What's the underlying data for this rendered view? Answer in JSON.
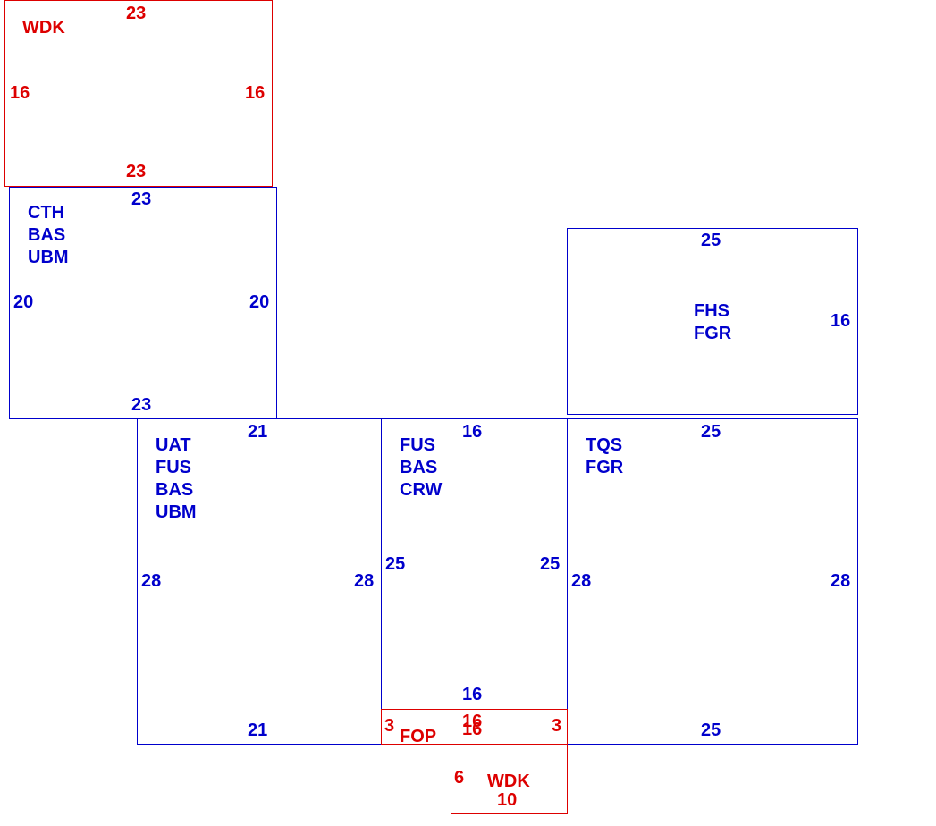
{
  "colors": {
    "blue": "#0000cc",
    "red": "#dd0000"
  },
  "rooms": {
    "wdk_top": {
      "codes": [
        "WDK"
      ],
      "top": "23",
      "bottom": "23",
      "left": "16",
      "right": "16"
    },
    "cth": {
      "codes": [
        "CTH",
        "BAS",
        "UBM"
      ],
      "top": "23",
      "bottom": "23",
      "left": "20",
      "right": "20"
    },
    "fhs": {
      "codes": [
        "FHS",
        "FGR"
      ],
      "top": "25",
      "right": "16"
    },
    "uat": {
      "codes": [
        "UAT",
        "FUS",
        "BAS",
        "UBM"
      ],
      "top": "21",
      "bottom": "21",
      "left": "28",
      "right": "28"
    },
    "fus": {
      "codes": [
        "FUS",
        "BAS",
        "CRW"
      ],
      "top": "16",
      "bottom": "16",
      "left": "25",
      "right": "25"
    },
    "tqs": {
      "codes": [
        "TQS",
        "FGR"
      ],
      "top": "25",
      "bottom": "25",
      "left": "28",
      "right": "28"
    },
    "fop": {
      "codes": [
        "FOP"
      ],
      "top": "16",
      "bottom": "16",
      "left": "3",
      "right": "3"
    },
    "wdk_bottom": {
      "codes": [
        "WDK"
      ],
      "left": "6",
      "bottom": "10"
    }
  }
}
